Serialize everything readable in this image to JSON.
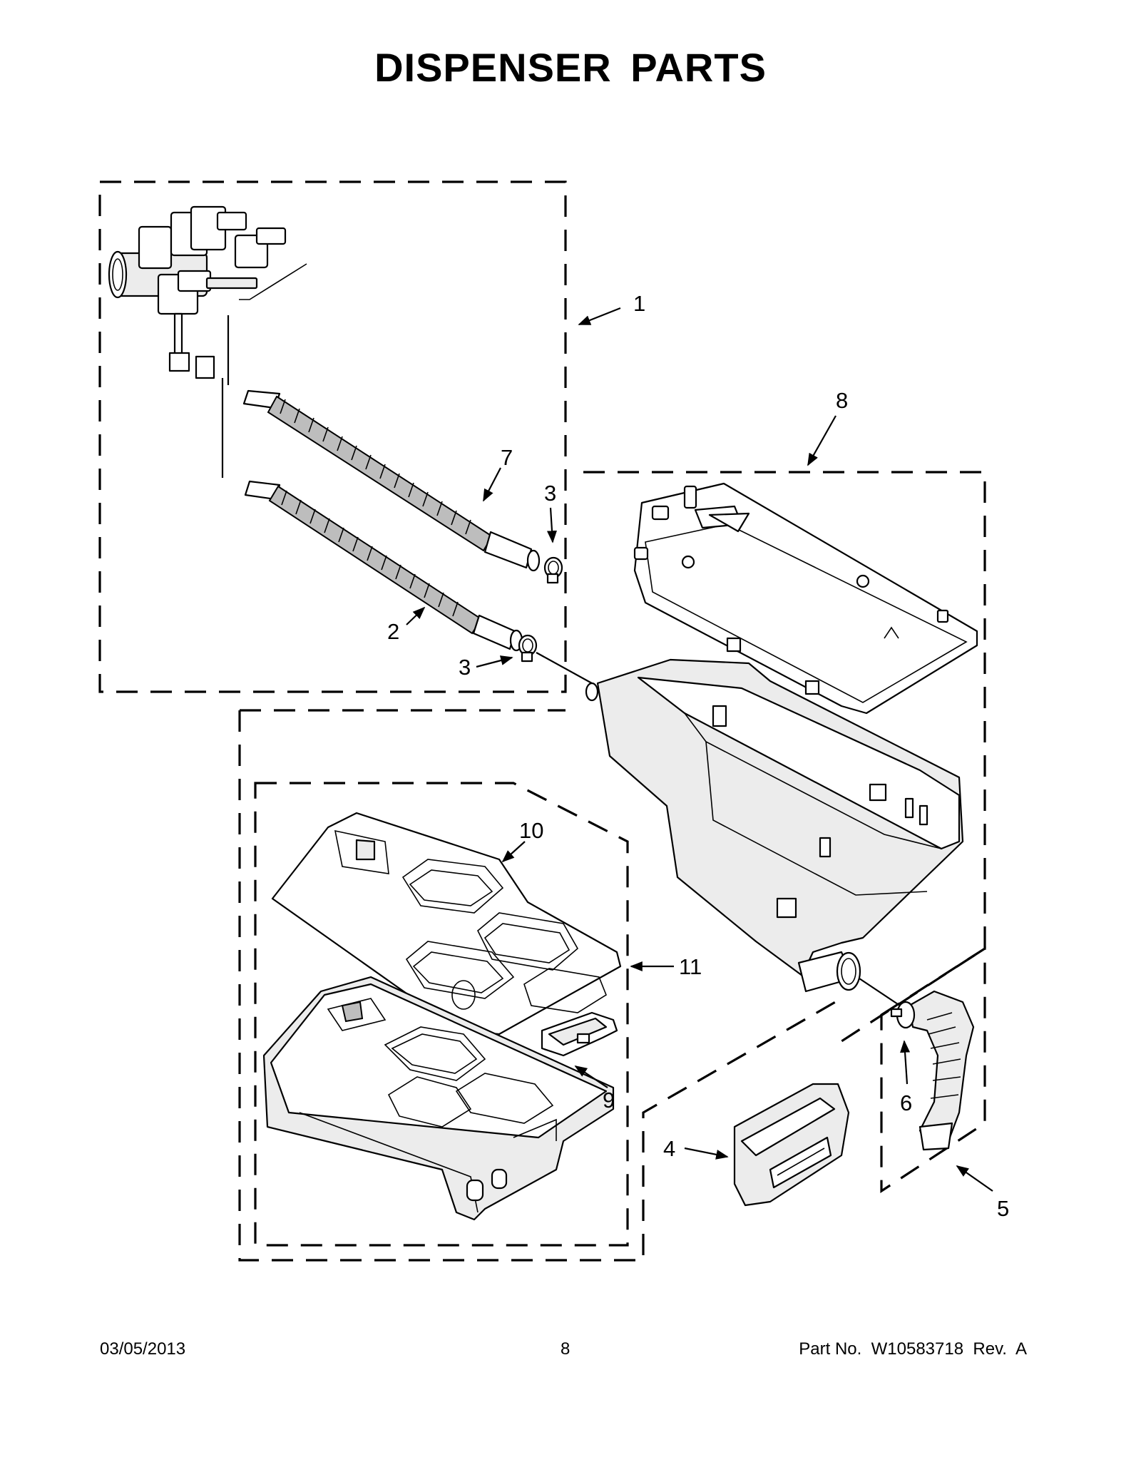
{
  "title": "DISPENSER PARTS",
  "callouts": {
    "c1": "1",
    "c2": "2",
    "c3a": "3",
    "c3b": "3",
    "c4": "4",
    "c5": "5",
    "c6": "6",
    "c7": "7",
    "c8": "8",
    "c9": "9",
    "c10": "10",
    "c11": "11"
  },
  "footer": {
    "date": "03/05/2013",
    "page": "8",
    "part_no": "Part No.  W10583718  Rev.  A"
  }
}
